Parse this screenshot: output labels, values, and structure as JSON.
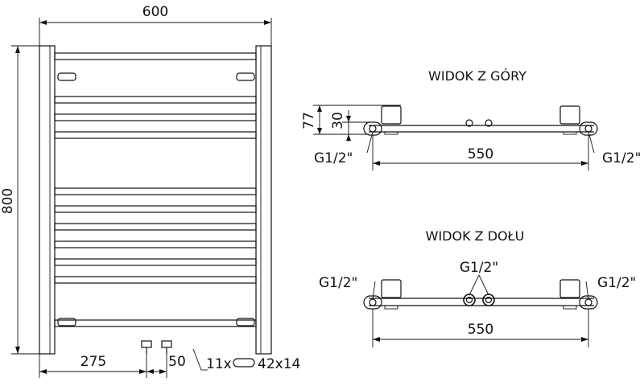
{
  "front_view": {
    "dim_width": "600",
    "dim_height": "800",
    "dim_connection_offset": "275",
    "dim_connection_spacing": "50",
    "tube_spec": "11x",
    "tube_size": "42x14"
  },
  "top_view": {
    "title": "WIDOK Z GÓRY",
    "dim_depth_total": "77",
    "dim_depth_tube": "30",
    "connection_left": "G1/2\"",
    "connection_right": "G1/2\"",
    "dim_axis_spacing": "550"
  },
  "bottom_view": {
    "title": "WIDOK Z DOŁU",
    "connection_left": "G1/2\"",
    "connection_center": "G1/2\"",
    "connection_right": "G1/2\"",
    "dim_axis_spacing": "550"
  }
}
